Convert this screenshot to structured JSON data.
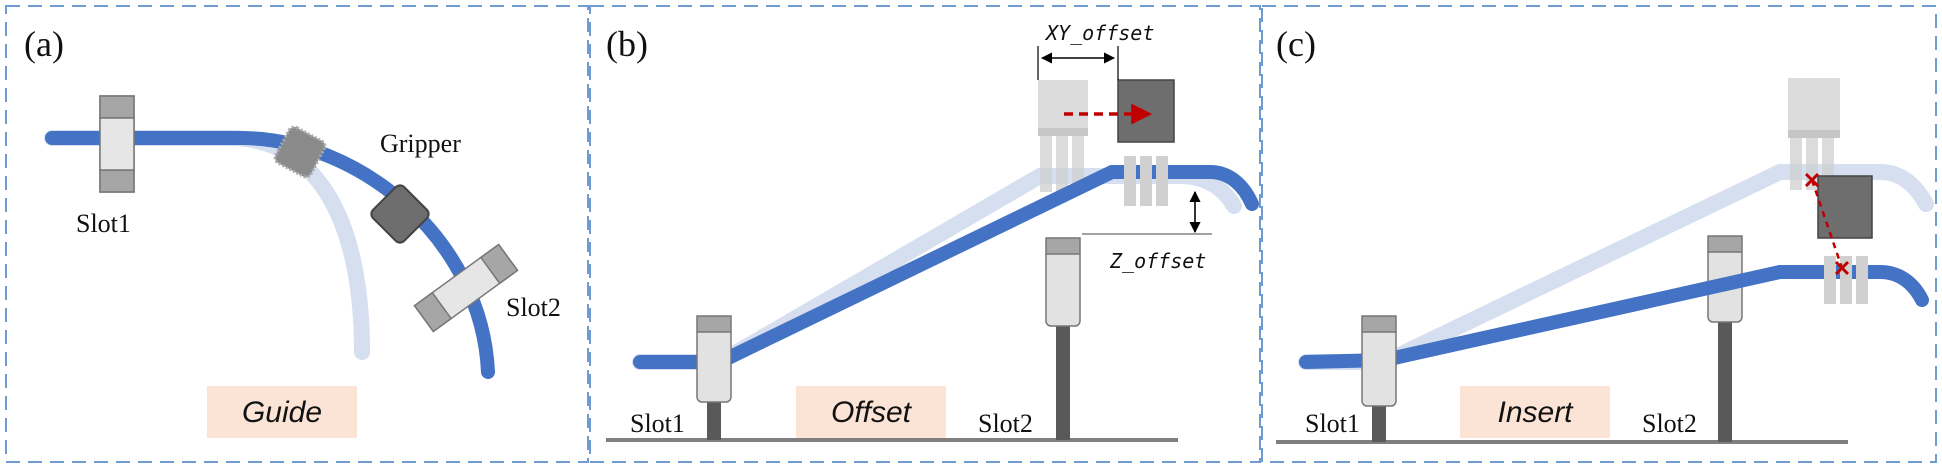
{
  "panels": [
    {
      "tag": "(a)",
      "step": "Guide",
      "slot1": "Slot1",
      "slot2": "Slot2",
      "gripper": "Gripper"
    },
    {
      "tag": "(b)",
      "step": "Offset",
      "slot1": "Slot1",
      "slot2": "Slot2",
      "xy_offset": "XY_offset",
      "z_offset": "Z_offset"
    },
    {
      "tag": "(c)",
      "step": "Insert",
      "slot1": "Slot1",
      "slot2": "Slot2"
    }
  ],
  "colors": {
    "cable": "#4472c4",
    "cable_ghost": "#d6dff0",
    "frame": "#6f9bd0",
    "step_box": "#fbe4d5",
    "arrow": "#c00000",
    "gripper_dark": "#6e6e6e",
    "gripper_light": "#c8c8c8"
  }
}
